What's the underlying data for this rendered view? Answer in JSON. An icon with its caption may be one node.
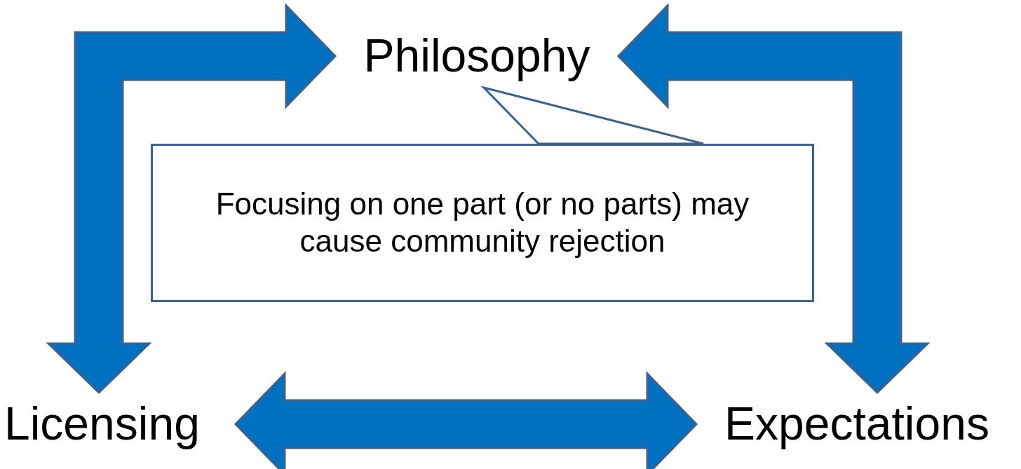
{
  "diagram": {
    "nodes": [
      {
        "text": [
          "Philosophy"
        ]
      },
      {
        "text": [
          "Licensing"
        ]
      },
      {
        "text": [
          "Expectations"
        ]
      },
      {
        "text": [
          "Focusing on one part (or no parts) may cause community rejection"
        ]
      }
    ],
    "edges": [
      {
        "from": 0,
        "to": 1,
        "arrow": "both"
      },
      {
        "from": 0,
        "to": 2,
        "arrow": "both"
      },
      {
        "from": 1,
        "to": 2,
        "arrow": "both"
      },
      {
        "from": 3,
        "to": 0,
        "arrow": "none"
      }
    ]
  }
}
